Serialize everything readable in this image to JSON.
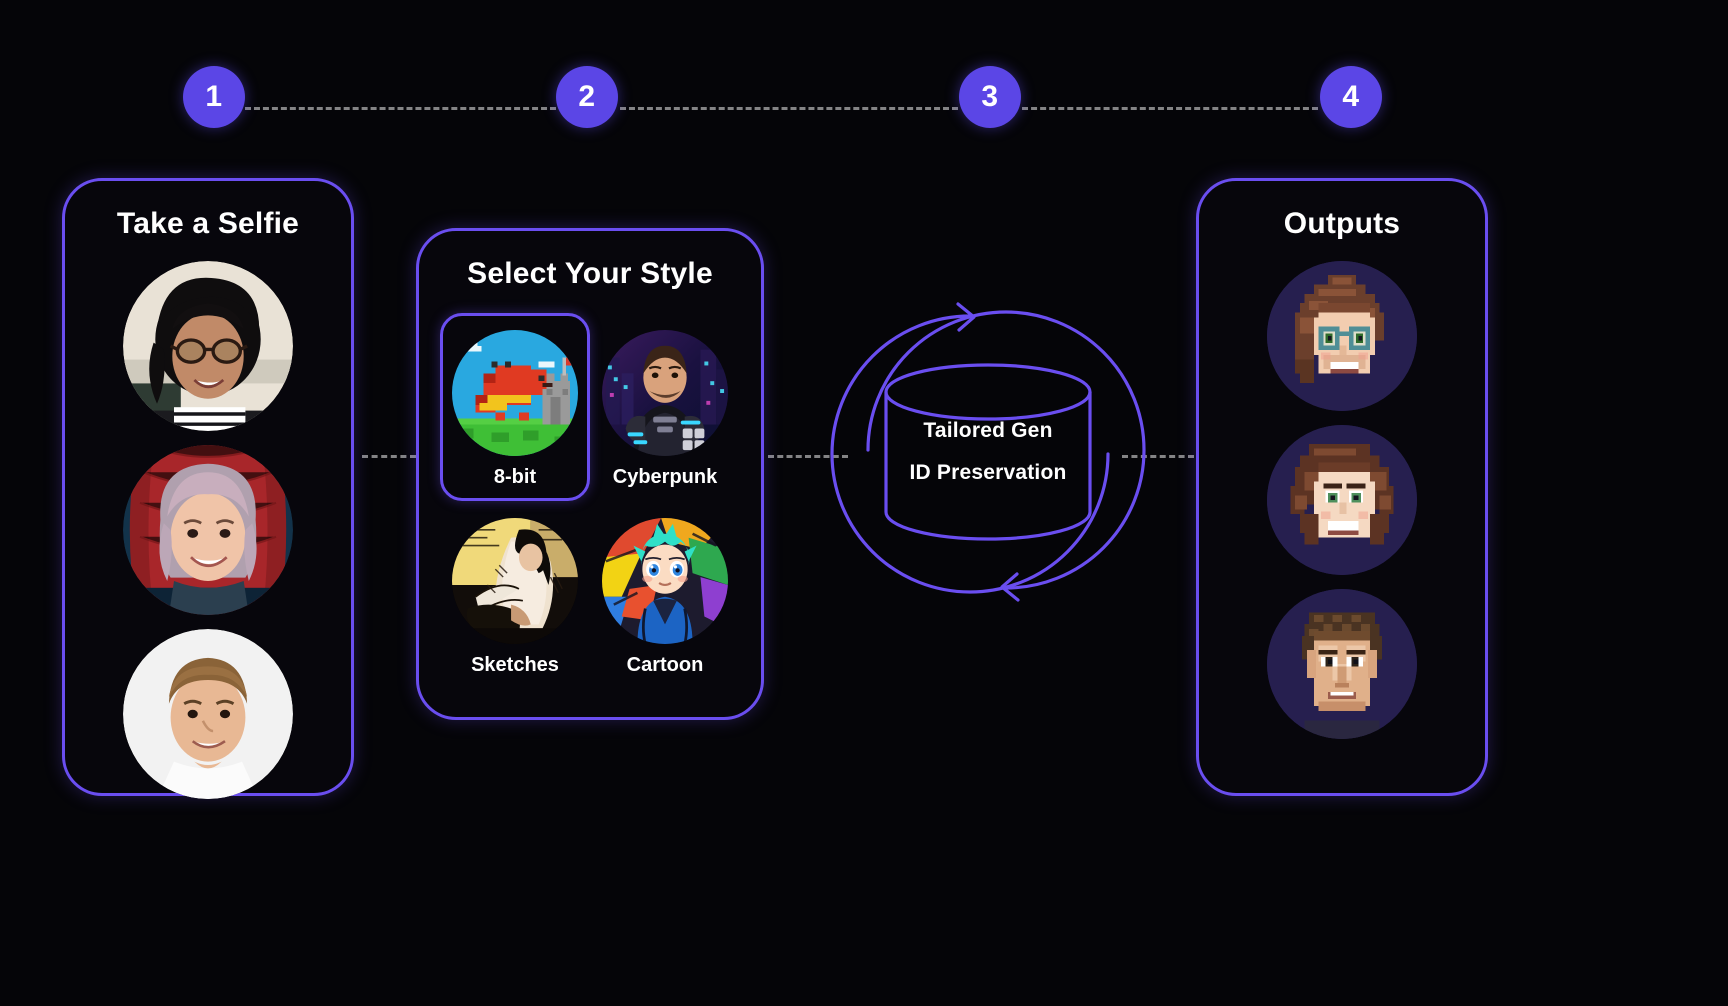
{
  "diagram": {
    "title": "Selfie to stylized avatar pipeline",
    "background_color": "#050508",
    "accent_color": "#6a4ef0",
    "badge_color": "#5b46e6",
    "connector_color": "#9b9b9b"
  },
  "steps": [
    {
      "number": "1",
      "name": "take-a-selfie"
    },
    {
      "number": "2",
      "name": "select-your-style"
    },
    {
      "number": "3",
      "name": "tailored-generation"
    },
    {
      "number": "4",
      "name": "outputs"
    }
  ],
  "selfie_panel": {
    "title": "Take a Selfie",
    "photos": [
      {
        "alt": "woman with dark curly hair and round glasses smiling",
        "icon": "selfie-photo-1"
      },
      {
        "alt": "person with pink hair smiling in front of red backdrop",
        "icon": "selfie-photo-2"
      },
      {
        "alt": "young man with light brown hair in white t-shirt",
        "icon": "selfie-photo-3"
      }
    ]
  },
  "style_panel": {
    "title": "Select Your Style",
    "styles": [
      {
        "label": "8-bit",
        "selected": true,
        "icon": "style-thumb-8bit"
      },
      {
        "label": "Cyberpunk",
        "selected": false,
        "icon": "style-thumb-cyberpunk"
      },
      {
        "label": "Sketches",
        "selected": false,
        "icon": "style-thumb-sketches"
      },
      {
        "label": "Cartoon",
        "selected": false,
        "icon": "style-thumb-cartoon"
      }
    ]
  },
  "engine": {
    "line1": "Tailored Gen",
    "line2": "ID Preservation",
    "shape": "cylinder-database",
    "decoration": "circular-refresh-arrows"
  },
  "outputs_panel": {
    "title": "Outputs",
    "avatars": [
      {
        "alt": "pixel-art avatar of woman with glasses and auburn bun",
        "icon": "output-avatar-1"
      },
      {
        "alt": "pixel-art avatar of person with curly hair smiling",
        "icon": "output-avatar-2"
      },
      {
        "alt": "pixel-art avatar of young man with short hair",
        "icon": "output-avatar-3"
      }
    ]
  }
}
